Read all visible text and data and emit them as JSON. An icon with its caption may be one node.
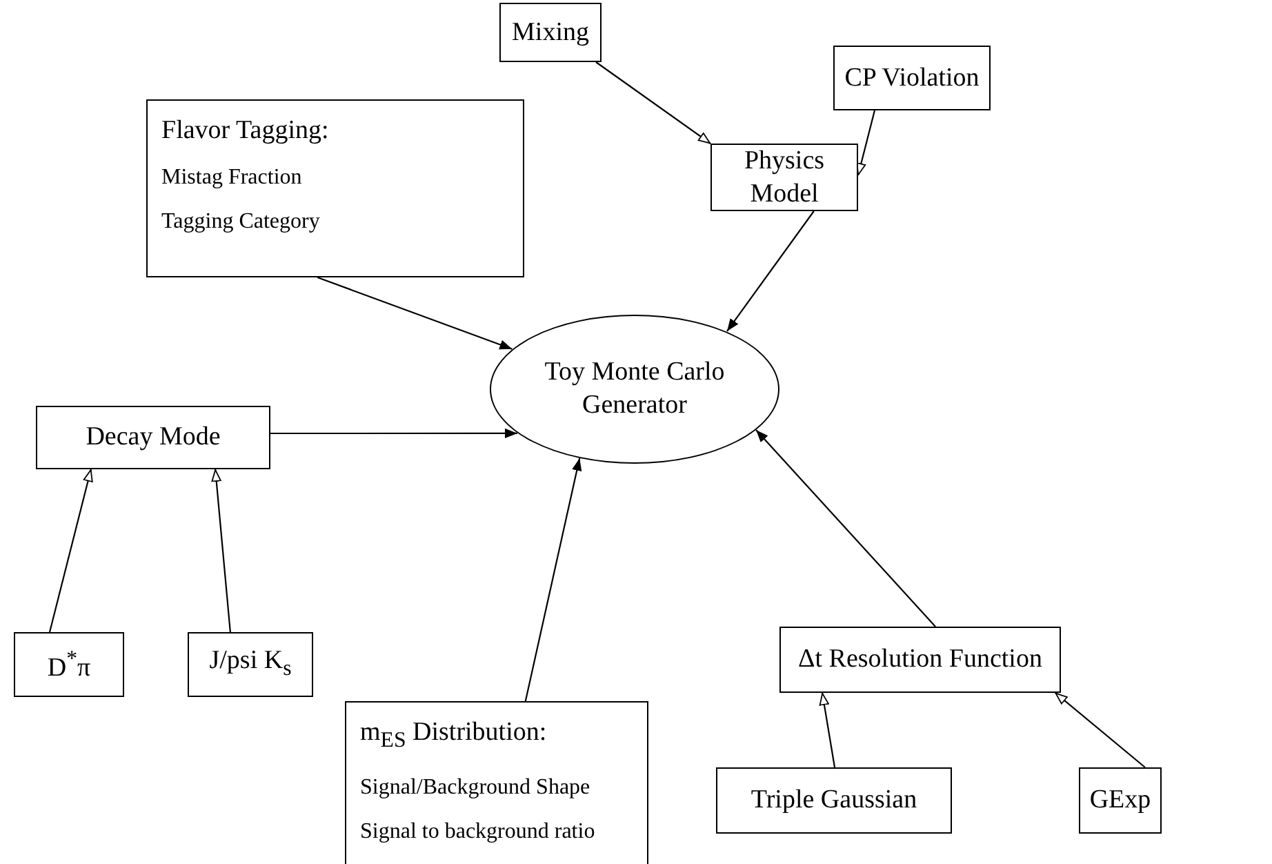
{
  "diagram": {
    "nodes": [
      {
        "text": [
          "Mixing"
        ]
      },
      {
        "text": [
          "CP Violation"
        ]
      },
      {
        "text": [
          "Physics Model"
        ]
      },
      {
        "text": [
          "Flavor Tagging:",
          "Mistag Fraction",
          "Tagging Category"
        ]
      },
      {
        "text": [
          "Toy Monte Carlo Generator"
        ]
      },
      {
        "text": [
          "Decay Mode"
        ]
      },
      {
        "text": [
          "D$^{*}$π"
        ]
      },
      {
        "text": [
          "J/psi K$_{s}$"
        ]
      },
      {
        "text": [
          "m$_{ES}$ Distribution:",
          "Signal/Background Shape",
          "Signal to background ratio"
        ]
      },
      {
        "text": [
          "Δt Resolution Function"
        ]
      },
      {
        "text": [
          "Triple Gaussian"
        ]
      },
      {
        "text": [
          "GExp"
        ]
      }
    ],
    "edges": [
      {
        "from": 0,
        "to": 2,
        "arrow": "to"
      },
      {
        "from": 1,
        "to": 2,
        "arrow": "to"
      },
      {
        "from": 2,
        "to": 4,
        "arrow": "to"
      },
      {
        "from": 3,
        "to": 4,
        "arrow": "to"
      },
      {
        "from": 5,
        "to": 4,
        "arrow": "to"
      },
      {
        "from": 6,
        "to": 5,
        "arrow": "to"
      },
      {
        "from": 7,
        "to": 5,
        "arrow": "to"
      },
      {
        "from": 8,
        "to": 4,
        "arrow": "to"
      },
      {
        "from": 9,
        "to": 4,
        "arrow": "to"
      },
      {
        "from": 10,
        "to": 9,
        "arrow": "to"
      },
      {
        "from": 11,
        "to": 9,
        "arrow": "to"
      }
    ]
  }
}
